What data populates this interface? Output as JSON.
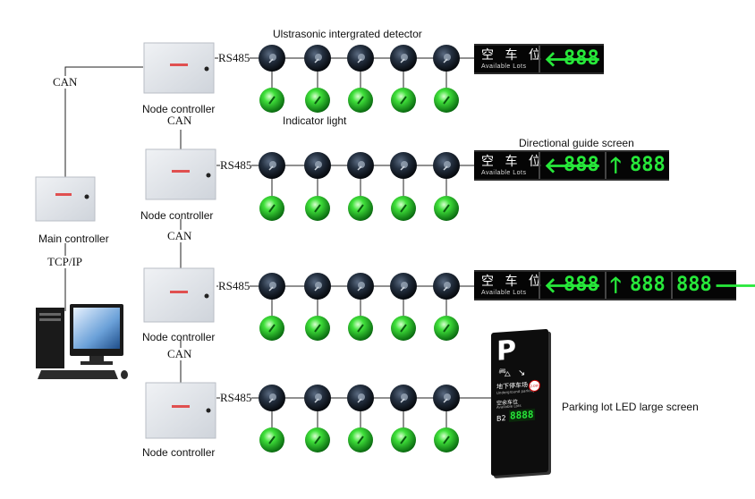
{
  "labels": {
    "detector_title": "Ulstrasonic intergrated detector",
    "indicator_light": "Indicator light",
    "guide_screen": "Directional guide screen",
    "main_controller": "Main controller",
    "node_controller": "Node controller",
    "can": "CAN",
    "tcpip": "TCP/IP",
    "rs485": "RS485",
    "large_screen": "Parking lot LED large screen"
  },
  "sign": {
    "title_cn": "空 车 位",
    "title_en": "Available Lots",
    "count": "888",
    "left_arrow": "🡐",
    "up_arrow": "🡑",
    "right_arrow": "🡒"
  },
  "big_screen": {
    "letter": "P",
    "cn_name": "地下停车场",
    "en_name": "Underground parking",
    "cn_lots": "空余车位",
    "en_lots": "Available Lots",
    "level": "B2",
    "badge": "2.0m",
    "digits": "8888"
  },
  "colors": {
    "led_green": "#27e83a",
    "detector_dark": "#1c2430",
    "controller_grey": "#e4e7ec"
  }
}
